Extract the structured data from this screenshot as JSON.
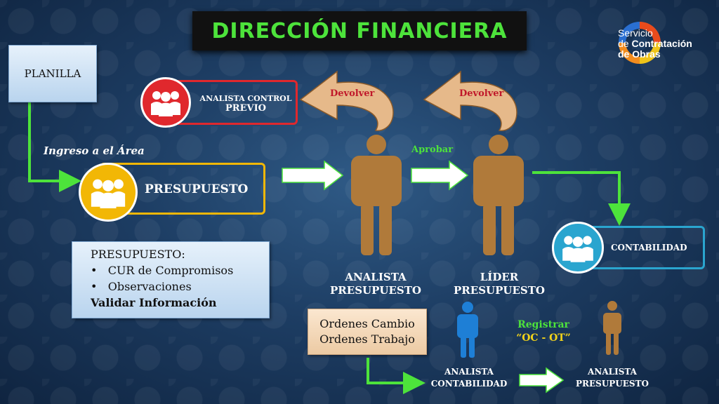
{
  "title": "DIRECCIÓN FINANCIERA",
  "logo": {
    "line1": "Servicio",
    "line2_pre": "de ",
    "line2_bold": "Contratación",
    "line3": "de Obras"
  },
  "planilla": "PLANILLA",
  "ingreso": "Ingreso a el Área",
  "presupuesto_box": "PRESUPUESTO",
  "control_previo": {
    "line1": "ANALISTA CONTROL",
    "line2": "PREVIO"
  },
  "devolver_1": "Devolver",
  "devolver_2": "Devolver",
  "aprobar": "Aprobar",
  "contabilidad_box": "CONTABILIDAD",
  "presupuesto_note": {
    "heading": "PRESUPUESTO:",
    "items": [
      "CUR de Compromisos",
      "Observaciones"
    ],
    "footer": "Validar Información"
  },
  "analista_presupuesto": {
    "line1": "ANALISTA",
    "line2": "PRESUPUESTO"
  },
  "lider_presupuesto": {
    "line1": "LÍDER",
    "line2": "PRESUPUESTO"
  },
  "ordenes": {
    "line1": "Ordenes Cambio",
    "line2": "Ordenes Trabajo"
  },
  "registrar": {
    "line1": "Registrar",
    "line2": "“OC - OT”"
  },
  "analista_contabilidad": {
    "line1": "ANALISTA",
    "line2": "CONTABILIDAD"
  },
  "analista_presupuesto_2": {
    "line1": "ANALISTA",
    "line2": "PRESUPUESTO"
  },
  "colors": {
    "green": "#4de33b",
    "yellow": "#f2b705",
    "red": "#e0282d",
    "teal": "#2aa5cf",
    "person_tan": "#b07a3a",
    "person_blue": "#1e7fd6"
  }
}
